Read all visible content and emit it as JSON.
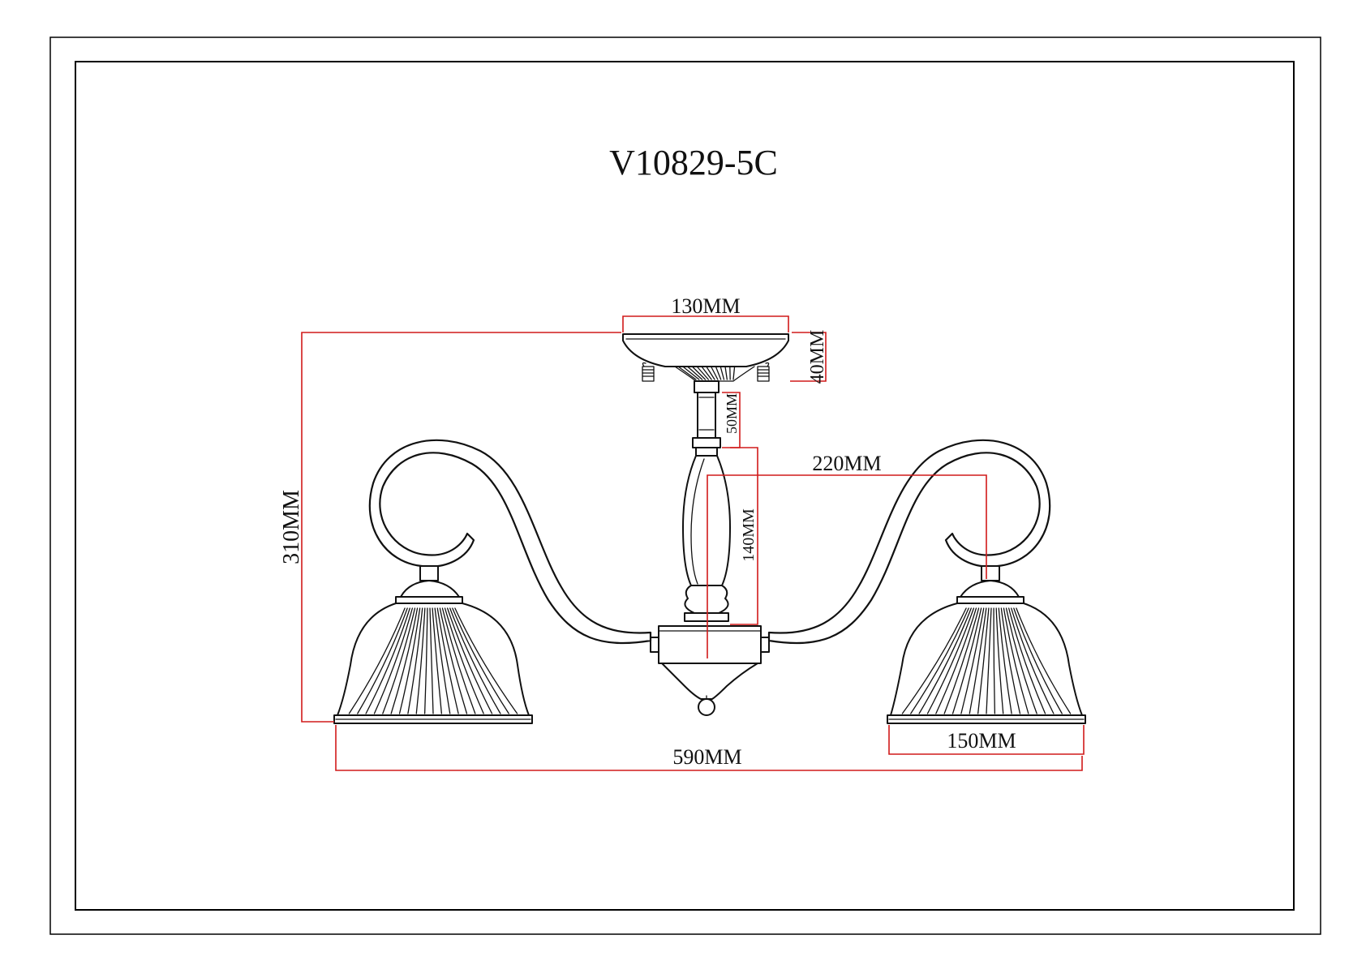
{
  "title": "V10829-5C",
  "dimensions": {
    "canopy_width": "130MM",
    "canopy_height": "40MM",
    "stem_segment": "50MM",
    "body_height": "140MM",
    "arm_reach": "220MM",
    "total_height": "310MM",
    "shade_width": "150MM",
    "total_width": "590MM"
  },
  "colors": {
    "dimension_line": "#d11a1a",
    "drawing_ink": "#111111",
    "background": "#ffffff"
  }
}
